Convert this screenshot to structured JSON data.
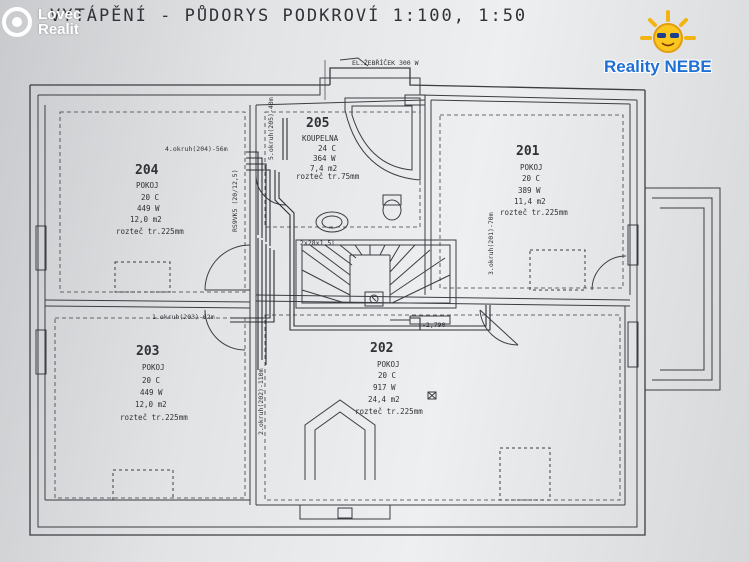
{
  "title": "VYTÁPĚNÍ - PŮDORYS PODKROVÍ 1:100, 1:50",
  "heater_label": "EL.ŽEBŘÍČEK 300 W",
  "level_mark": "-2,790",
  "rooms": {
    "r205": {
      "number": "205",
      "name": "KOUPELNA",
      "temp": "24 C",
      "power": "364 W",
      "area": "7,4 m2",
      "spacing": "rozteč tr.75mm"
    },
    "r204": {
      "number": "204",
      "name": "POKOJ",
      "temp": "20 C",
      "power": "449 W",
      "area": "12,0 m2",
      "spacing": "rozteč tr.225mm"
    },
    "r201": {
      "number": "201",
      "name": "POKOJ",
      "temp": "20 C",
      "power": "389 W",
      "area": "11,4 m2",
      "spacing": "rozteč tr.225mm"
    },
    "r203": {
      "number": "203",
      "name": "POKOJ",
      "temp": "20 C",
      "power": "449 W",
      "area": "12,0 m2",
      "spacing": "rozteč tr.225mm"
    },
    "r202": {
      "number": "202",
      "name": "POKOJ",
      "temp": "20 C",
      "power": "917 W",
      "area": "24,4 m2",
      "spacing": "rozteč tr.225mm"
    }
  },
  "circuits": {
    "c4": "4.okruh(204)-56m",
    "c1": "1.okruh(203)-62m",
    "c2": "2.okruh(202)-110m",
    "c3": "3.okruh(201)-70m",
    "c5": "5.okruh(205)-40m",
    "manifold": "RS9VK5 (20/12,5)",
    "pipe": "2x28x1,5l"
  },
  "watermarks": {
    "lovec_line1": "Lovec",
    "lovec_line2": "Realit",
    "nebe": "Reality NEBE"
  }
}
